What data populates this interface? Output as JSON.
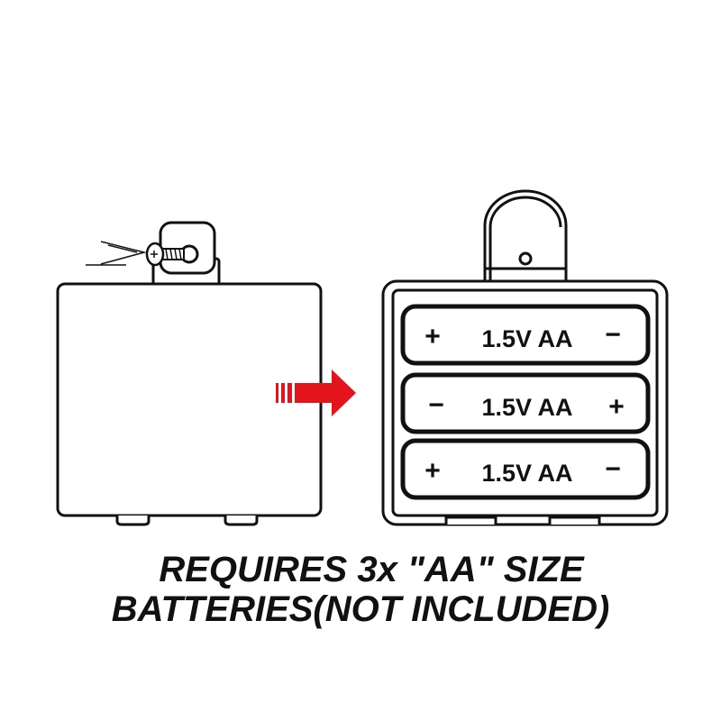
{
  "batteries": [
    {
      "left_sign": "+",
      "label": "1.5V AA",
      "right_sign": "−"
    },
    {
      "left_sign": "−",
      "label": "1.5V AA",
      "right_sign": "+"
    },
    {
      "left_sign": "+",
      "label": "1.5V AA",
      "right_sign": "−"
    }
  ],
  "caption": {
    "line1": "REQUIRES 3x \"AA\" SIZE",
    "line2": "BATTERIES(NOT INCLUDED)"
  },
  "colors": {
    "arrow": "#e3141b",
    "ink": "#111111"
  }
}
